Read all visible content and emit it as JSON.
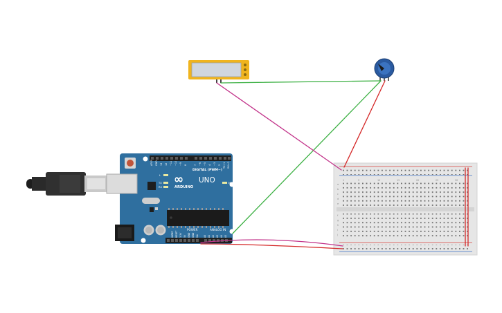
{
  "components": {
    "arduino": {
      "logo_text": "∞",
      "brand": "ARDUINO",
      "model": "UNO",
      "digital_header_label": "DIGITAL (PWM~)",
      "power_label": "POWER",
      "analog_label": "ANALOG IN",
      "led_labels": [
        "L",
        "TX",
        "RX",
        "ON"
      ],
      "digital_pin_labels": [
        "AREF",
        "GND",
        "13",
        "12",
        "~11",
        "~10",
        "~9",
        "8",
        "7",
        "~6",
        "~5",
        "4",
        "~3",
        "2",
        "TX→1",
        "RX←0"
      ],
      "power_pin_labels": [
        "IOREF",
        "RESET",
        "3.3V",
        "5V",
        "GND",
        "GND",
        "Vin"
      ],
      "analog_pin_labels": [
        "A0",
        "A1",
        "A2",
        "A3",
        "A4",
        "A5"
      ]
    },
    "breadboard": {
      "column_numbers": [
        "1",
        "5",
        "10",
        "15",
        "20",
        "25",
        "30"
      ],
      "row_letters_top": [
        "a",
        "b",
        "c",
        "d",
        "e"
      ],
      "row_letters_bottom": [
        "f",
        "g",
        "h",
        "i",
        "j"
      ]
    }
  },
  "wire_colors": {
    "green": "#3cb043",
    "red": "#d42727",
    "magenta": "#c2338a"
  },
  "colors": {
    "board": "#2f6f9f",
    "flex_sensor": "#f0b41e",
    "potentiometer": "#2a5aa0"
  }
}
